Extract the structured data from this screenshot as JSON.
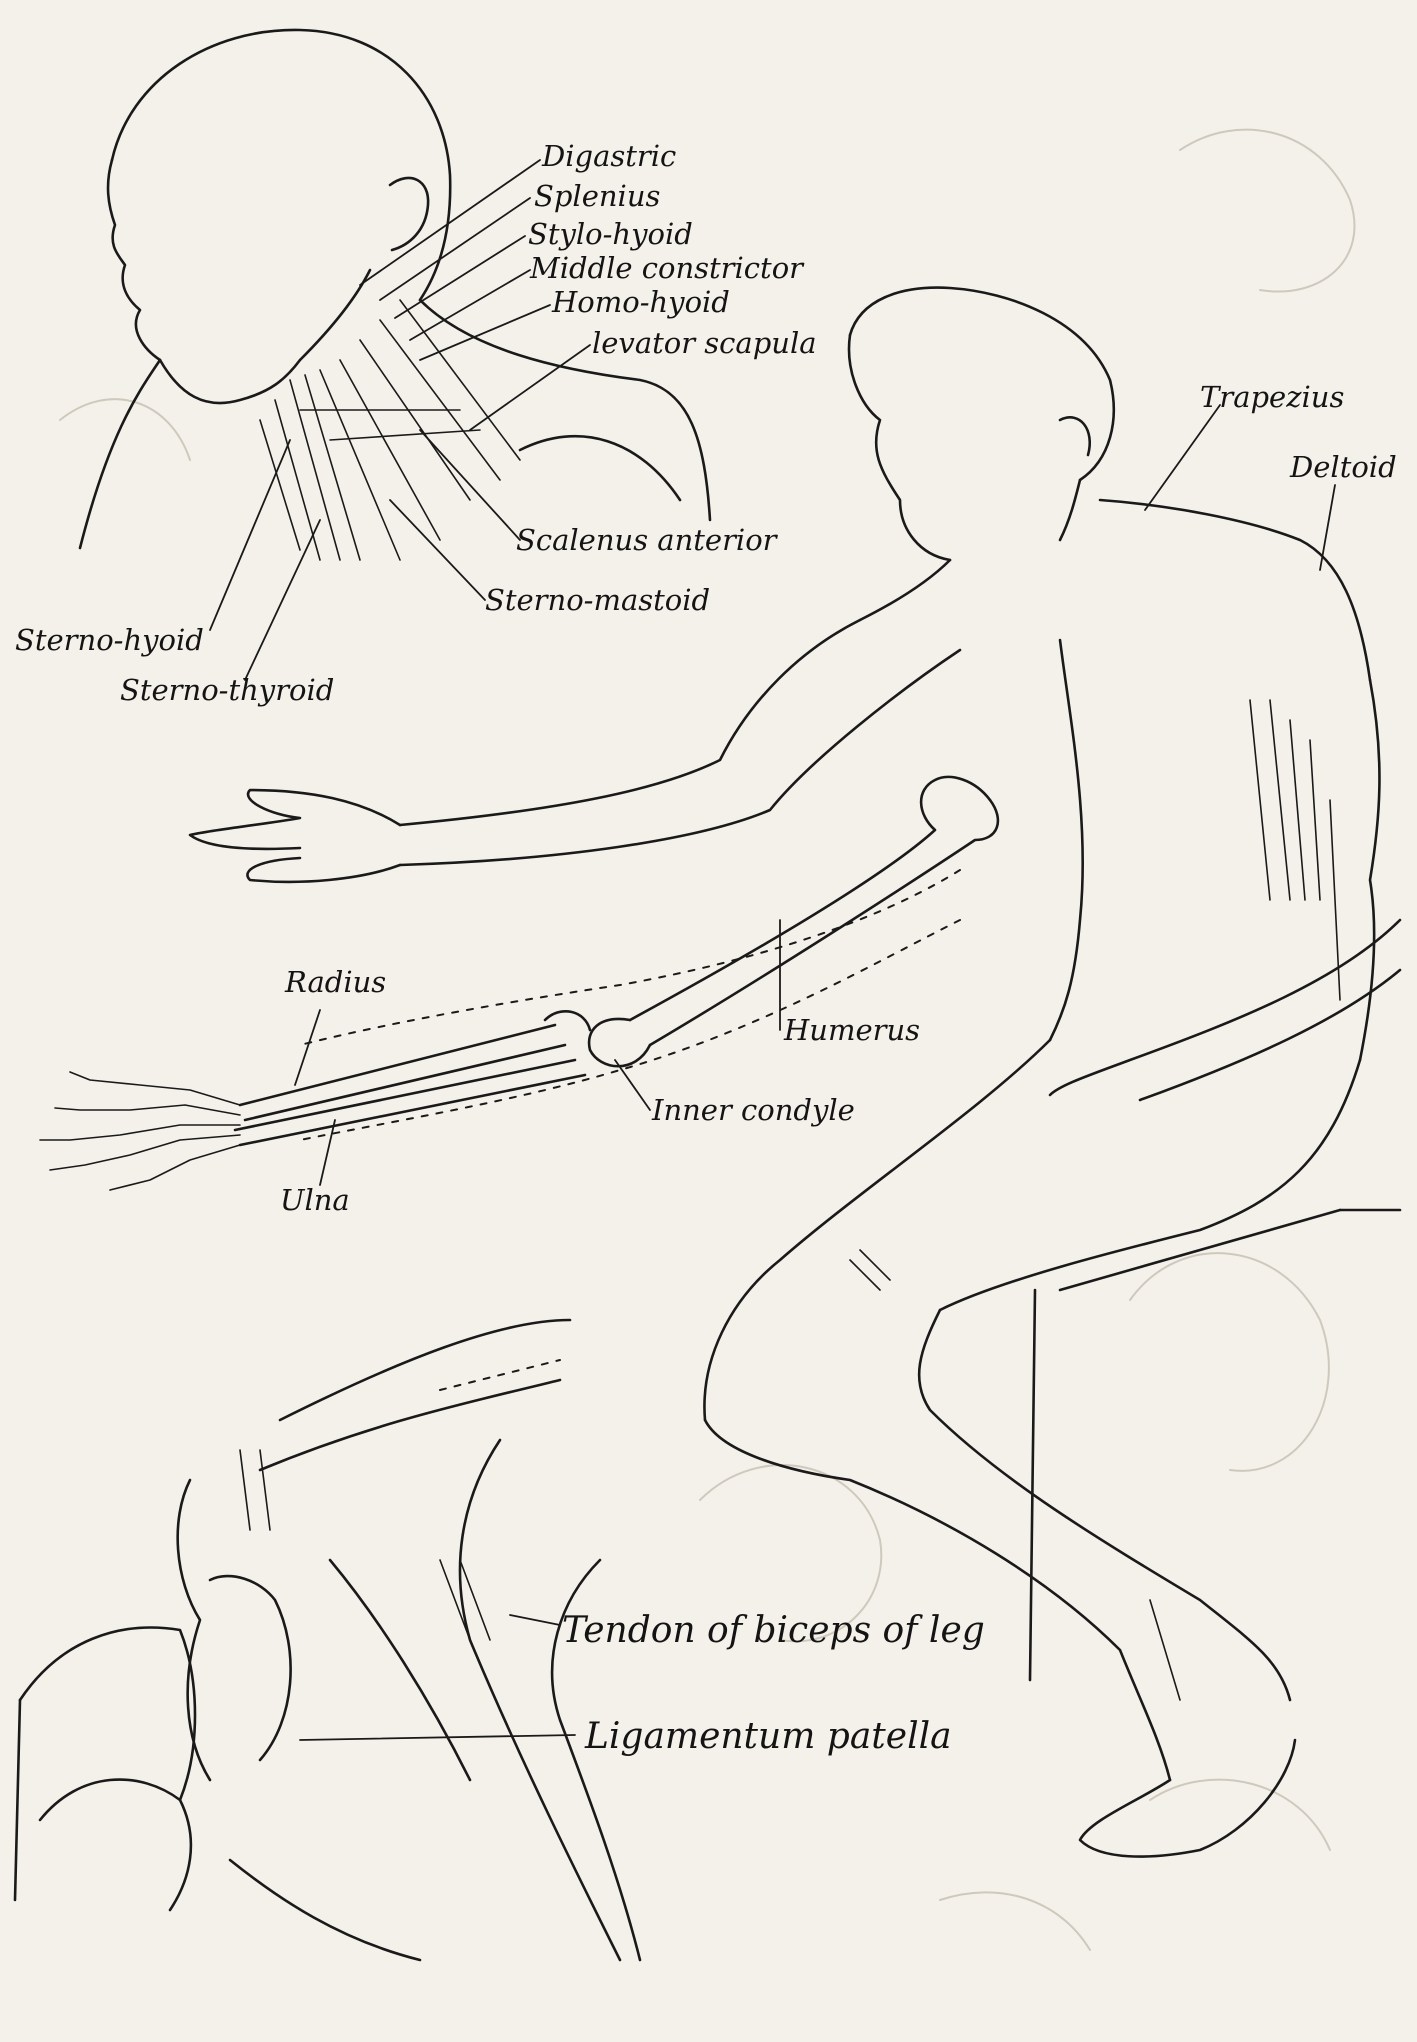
{
  "labels": {
    "digastric": "Digastric",
    "splenius": "Splenius",
    "stylo_hyoid": "Stylo-hyoid",
    "middle_constrictor": "Middle constrictor",
    "homo_hyoid": "Homo-hyoid",
    "levator_scapula": "levator scapula",
    "scalenus_anterior": "Scalenus anterior",
    "sterno_mastoid": "Sterno-mastoid",
    "sterno_hyoid": "Sterno-hyoid",
    "sterno_thyroid": "Sterno-thyroid",
    "trapezius": "Trapezius",
    "deltoid": "Deltoid",
    "radius": "Radius",
    "humerus": "Humerus",
    "inner_condyle": "Inner condyle",
    "ulna": "Ulna",
    "tendon_biceps_leg": "Tendon of biceps of leg",
    "ligamentum_patella": "Ligamentum patella"
  },
  "figures": {
    "neck": "neck-muscles-figure",
    "seated": "seated-old-man-figure",
    "arm_bones": "arm-bones-figure",
    "knee": "knee-closeup-figure"
  },
  "colors": {
    "paper": "#f4f1ea",
    "ink": "#1a1a1a",
    "show_through": "#cfc9bd"
  }
}
